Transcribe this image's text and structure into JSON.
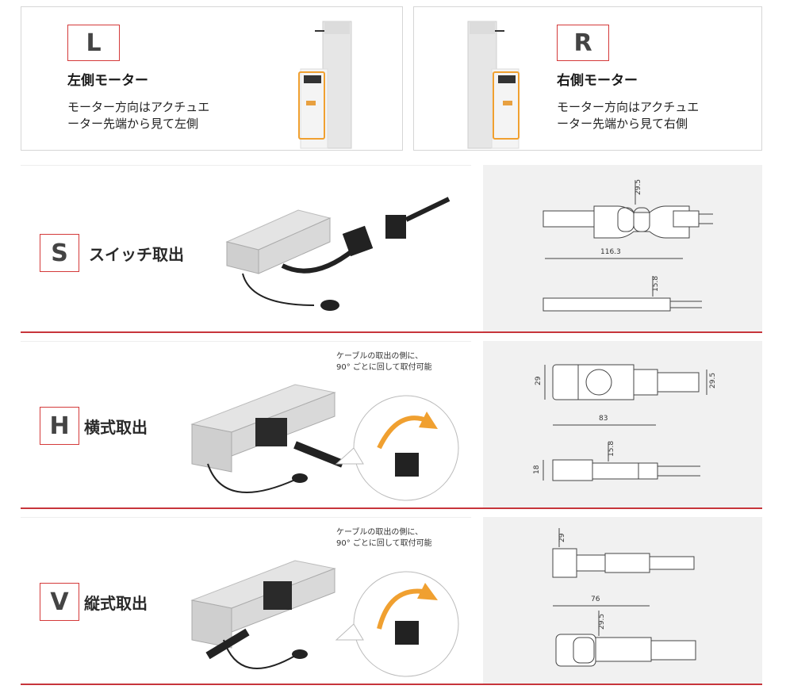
{
  "motors": [
    {
      "letter": "L",
      "title": "左側モーター",
      "desc_line1": "モーター方向はアクチュエ",
      "desc_line2": "ーター先端から見て左側"
    },
    {
      "letter": "R",
      "title": "右側モーター",
      "desc_line1": "モーター方向はアクチュエ",
      "desc_line2": "ーター先端から見て右側"
    }
  ],
  "sections": [
    {
      "letter": "S",
      "title": "スイッチ取出",
      "dims": {
        "height": "29.5",
        "length": "116.3",
        "thickness": "15.8"
      }
    },
    {
      "letter": "H",
      "title": "横式取出",
      "note_line1": "ケーブルの取出の側に、",
      "note_line2": "90° ごとに回して取付可能",
      "dims": {
        "left_height": "29",
        "right_height": "29.5",
        "length": "83",
        "thickness": "15.8",
        "side_height": "18"
      }
    },
    {
      "letter": "V",
      "title": "縦式取出",
      "note_line1": "ケーブルの取出の側に、",
      "note_line2": "90° ごとに回して取付可能",
      "dims": {
        "top_height": "29",
        "length": "76",
        "bottom_height": "29.5"
      }
    }
  ],
  "colors": {
    "accent_red": "#c7353b",
    "orange": "#f0a030",
    "drawing_bg": "#f1f1f1"
  }
}
